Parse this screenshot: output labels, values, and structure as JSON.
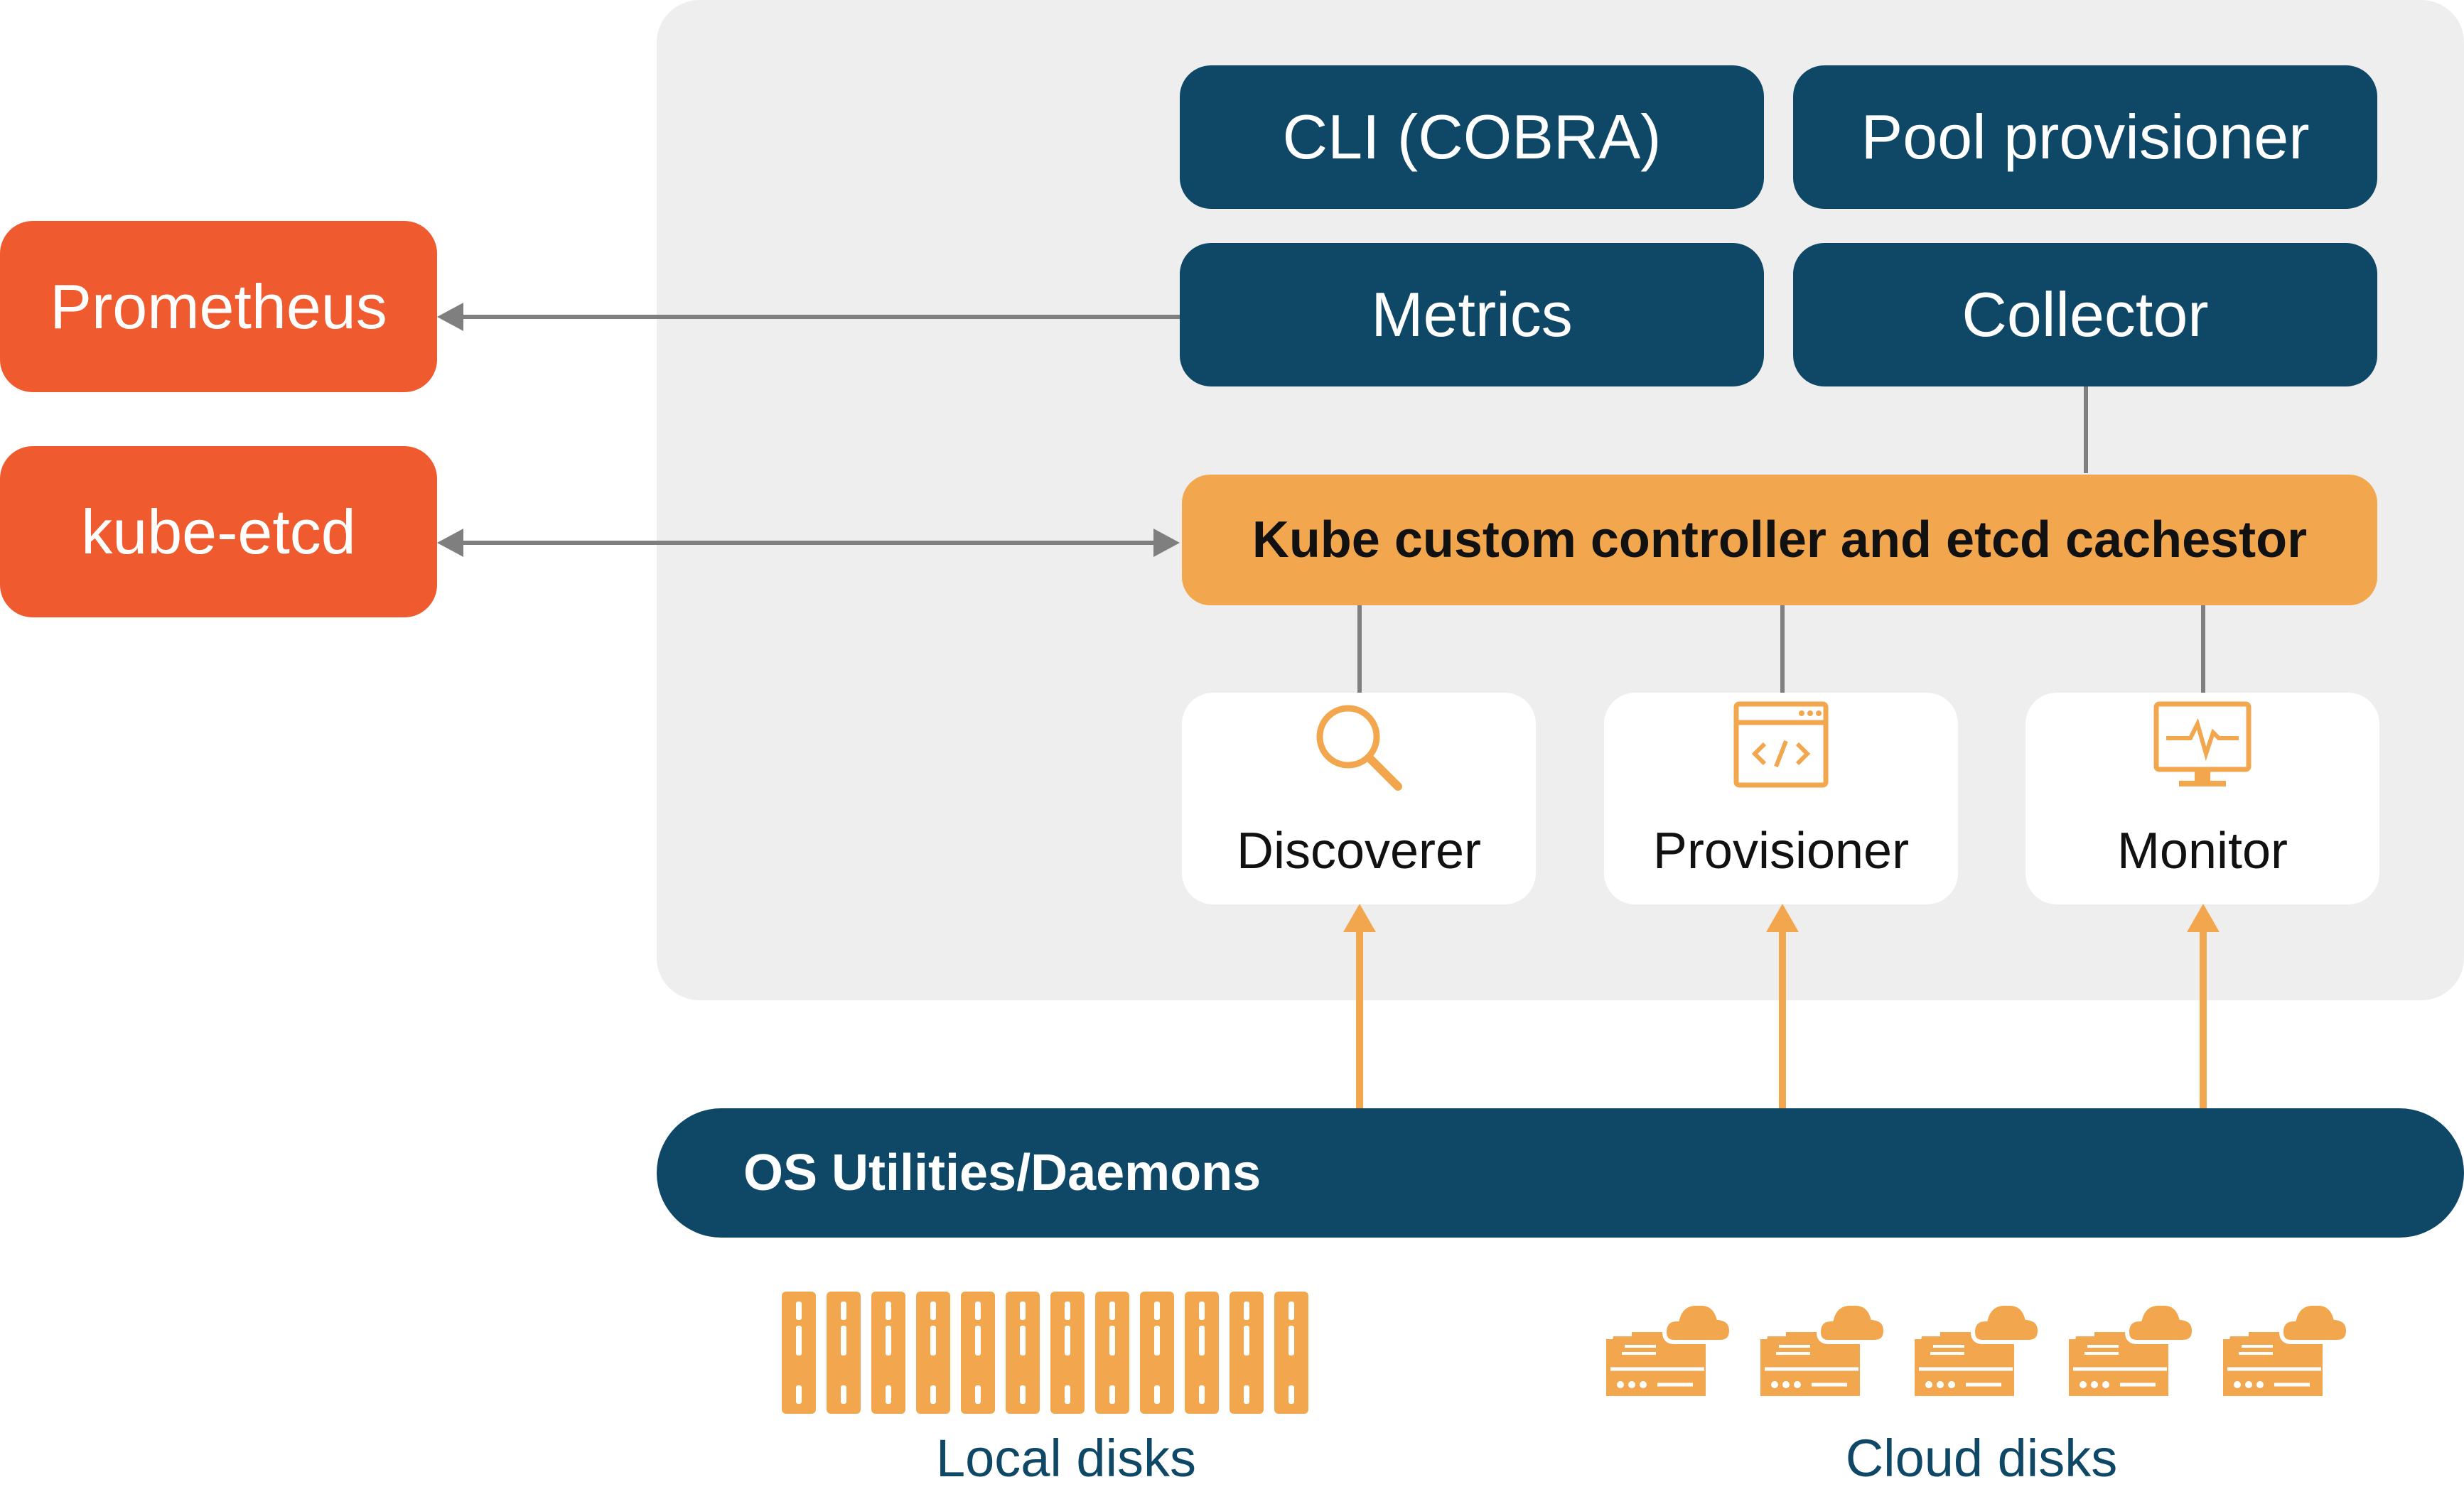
{
  "components": {
    "cli": "CLI (COBRA)",
    "pool_provisioner": "Pool provisioner",
    "metrics": "Metrics",
    "collector": "Collector",
    "controller": "Kube custom controller and etcd cachestor"
  },
  "external": {
    "prometheus": "Prometheus",
    "kube_etcd": "kube-etcd"
  },
  "modules": [
    {
      "label": "Discoverer",
      "icon": "magnifier-icon"
    },
    {
      "label": "Provisioner",
      "icon": "code-window-icon"
    },
    {
      "label": "Monitor",
      "icon": "monitor-pulse-icon"
    }
  ],
  "os_bar": "OS Utilities/Daemons",
  "storage": {
    "local": {
      "label": "Local disks",
      "icon": "server-rack-icon"
    },
    "cloud": {
      "label": "Cloud disks",
      "icon": "cloud-drive-icon"
    }
  },
  "colors": {
    "navy": "#0f4766",
    "orange_ext": "#ef5b2f",
    "amber": "#f2a74f",
    "panel": "#eeeeee",
    "connector": "#7f7f7f"
  }
}
